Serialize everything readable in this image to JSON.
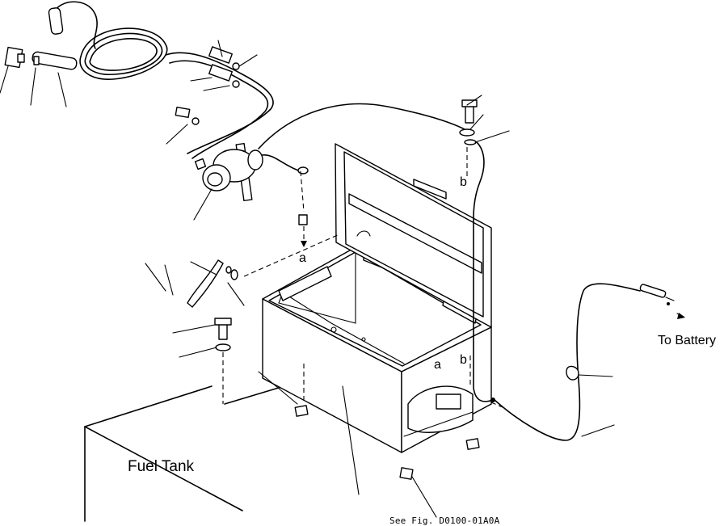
{
  "labels": {
    "fuel_tank": "Fuel Tank",
    "to_battery": "To Battery",
    "reference": "See Fig. D0100-01A0A",
    "callout_a_top": "a",
    "callout_b_top": "b",
    "callout_a_bottom": "a",
    "callout_b_bottom": "b"
  }
}
